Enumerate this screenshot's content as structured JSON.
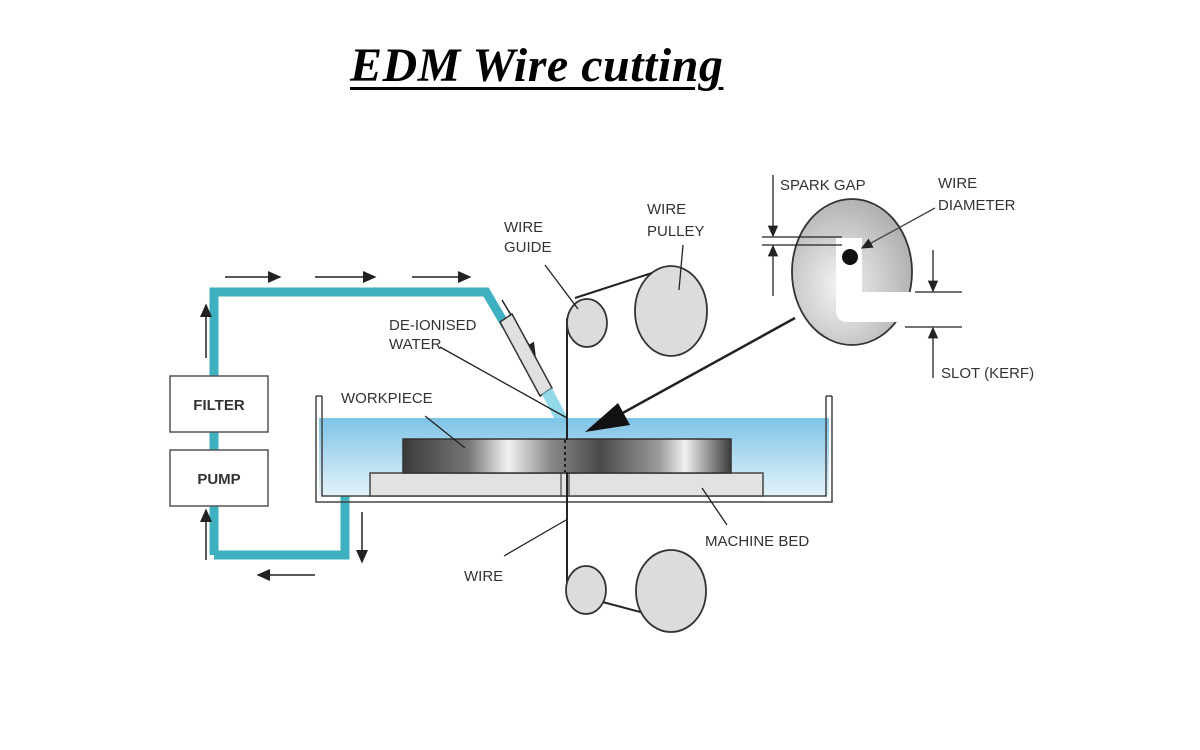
{
  "title": "EDM Wire cutting",
  "labels": {
    "filter": "FILTER",
    "pump": "PUMP",
    "deionised_line1": "DE-IONISED",
    "deionised_line2": "WATER",
    "workpiece": "WORKPIECE",
    "wire_guide_line1": "WIRE",
    "wire_guide_line2": "GUIDE",
    "wire_pulley_line1": "WIRE",
    "wire_pulley_line2": "PULLEY",
    "spark_gap": "SPARK GAP",
    "wire_diameter_line1": "WIRE",
    "wire_diameter_line2": "DIAMETER",
    "slot_kerf": "SLOT (KERF)",
    "machine_bed": "MACHINE BED",
    "wire": "WIRE"
  },
  "colors": {
    "pipe": "#3fb0bf",
    "water_top": "#8fcbe8",
    "water_bottom": "#d9eef8",
    "pulley_fill": "#dcdcdc",
    "bed_fill": "#e2e2e2",
    "outline": "#333333"
  }
}
